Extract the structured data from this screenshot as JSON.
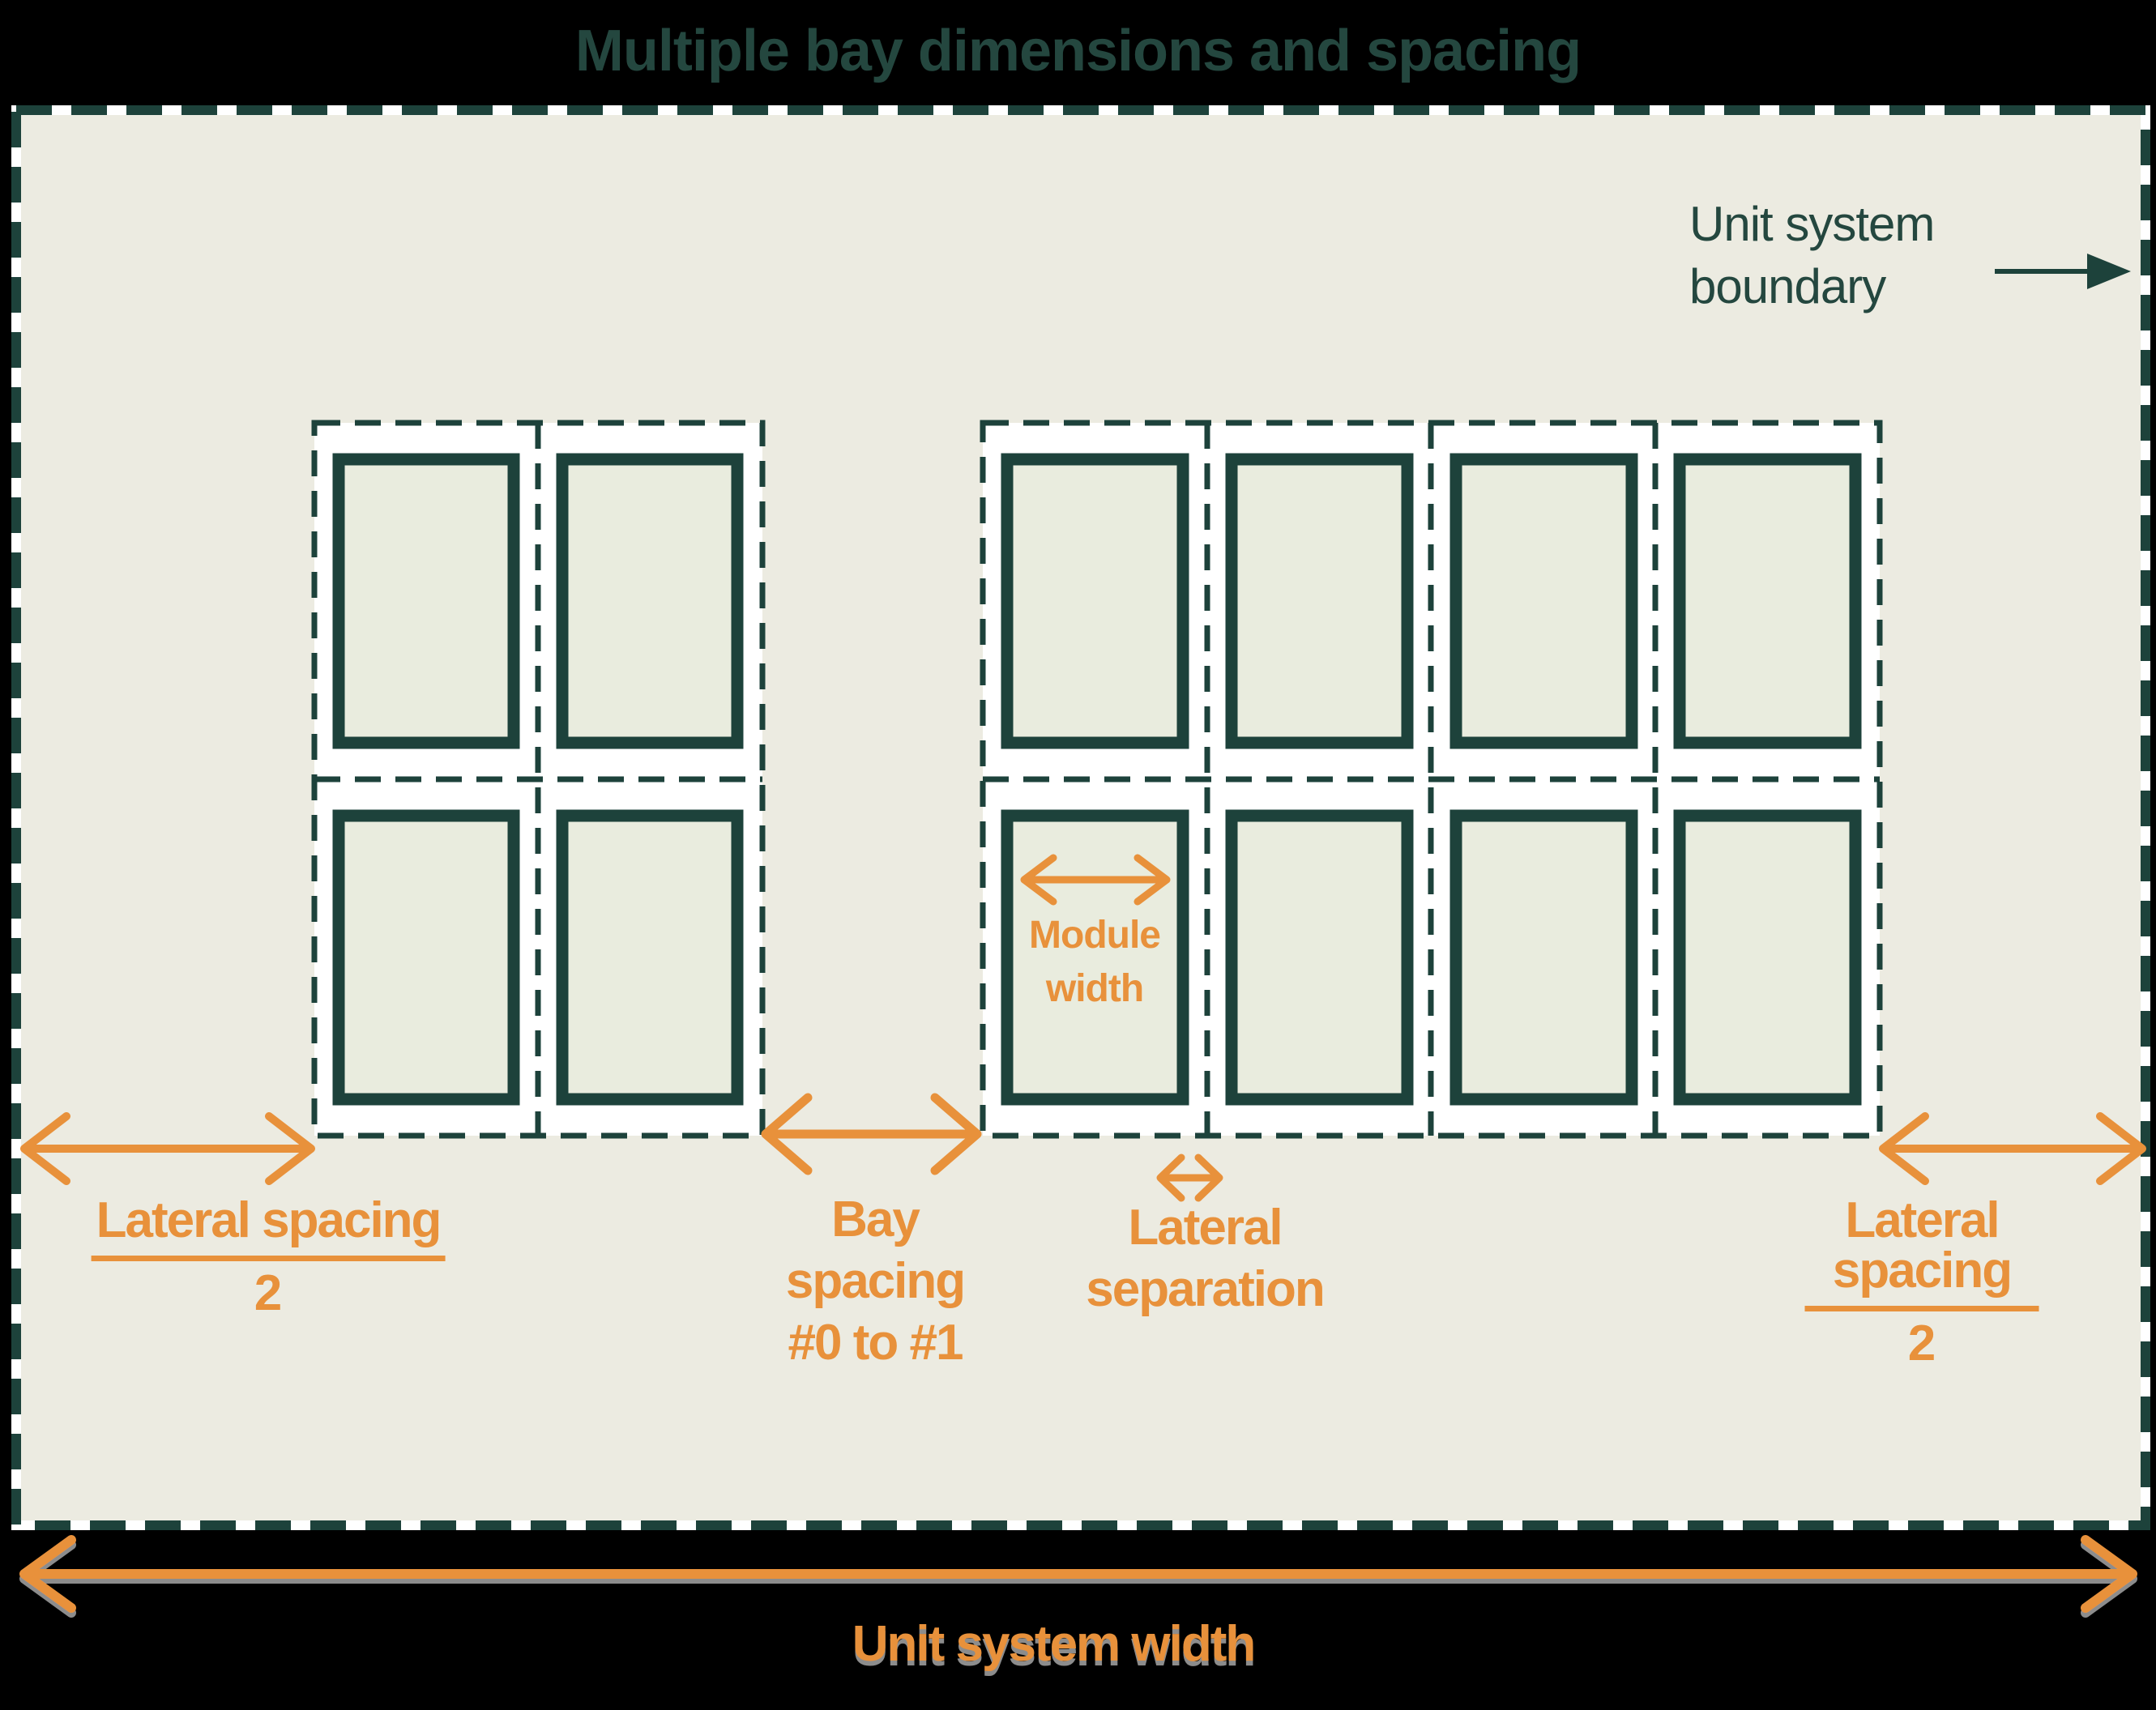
{
  "title": "Multiple bay dimensions and spacing",
  "colors": {
    "background": "#000000",
    "surface": "#ECEBE1",
    "bay_fill": "#FFFFFF",
    "module_fill": "#E9ECDE",
    "teal": "#1D423B",
    "teal_text": "#24473F",
    "orange": "#E8913B"
  },
  "boundary": {
    "label_line1": "Unit system",
    "label_line2": "boundary"
  },
  "bays": [
    {
      "id": "#0",
      "columns": 2,
      "rows": 2,
      "modules": 4
    },
    {
      "id": "#1",
      "columns": 4,
      "rows": 2,
      "modules": 8
    }
  ],
  "annotations": {
    "lateral_spacing_left": {
      "numerator": "Lateral spacing",
      "denominator": "2"
    },
    "bay_spacing": {
      "line1": "Bay",
      "line2": "spacing",
      "line3": "#0 to #1"
    },
    "lateral_separation": {
      "line1": "Lateral",
      "line2": "separation"
    },
    "lateral_spacing_right": {
      "numerator": "Lateral spacing",
      "denominator": "2"
    },
    "module_width": {
      "line1": "Module",
      "line2": "width"
    },
    "unit_system_width": "Unit system width"
  }
}
